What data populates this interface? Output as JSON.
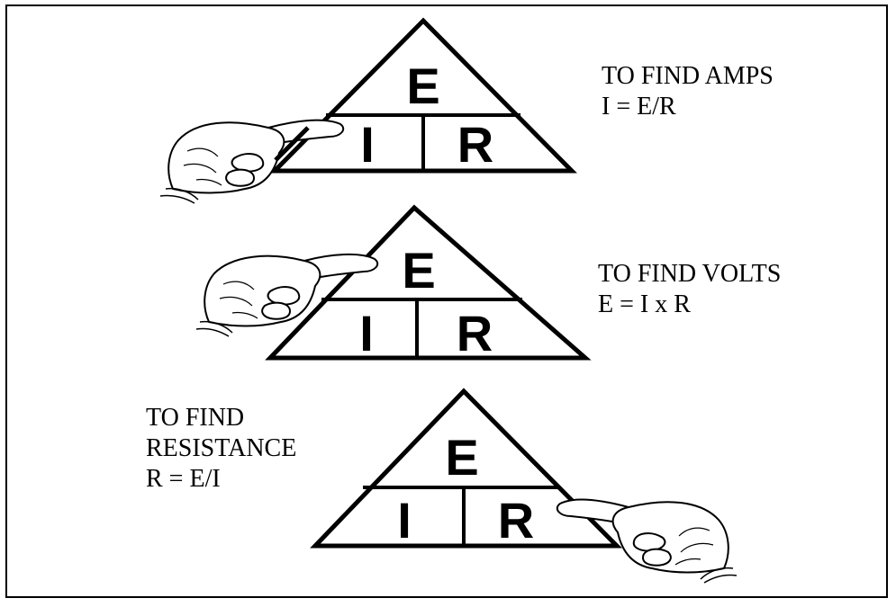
{
  "panels": [
    {
      "id": "amps",
      "caption_lines": [
        "TO FIND AMPS",
        "I = E/R"
      ],
      "letters": {
        "top": "E",
        "left": "I",
        "right": "R"
      },
      "pointing_at": "I"
    },
    {
      "id": "volts",
      "caption_lines": [
        "TO FIND VOLTS",
        "E = I x R"
      ],
      "letters": {
        "top": "E",
        "left": "I",
        "right": "R"
      },
      "pointing_at": "E"
    },
    {
      "id": "resistance",
      "caption_lines": [
        "TO FIND",
        "RESISTANCE",
        "R = E/I"
      ],
      "letters": {
        "top": "E",
        "left": "I",
        "right": "R"
      },
      "pointing_at": "R"
    }
  ],
  "colors": {
    "ink": "#000000",
    "paper": "#ffffff"
  }
}
